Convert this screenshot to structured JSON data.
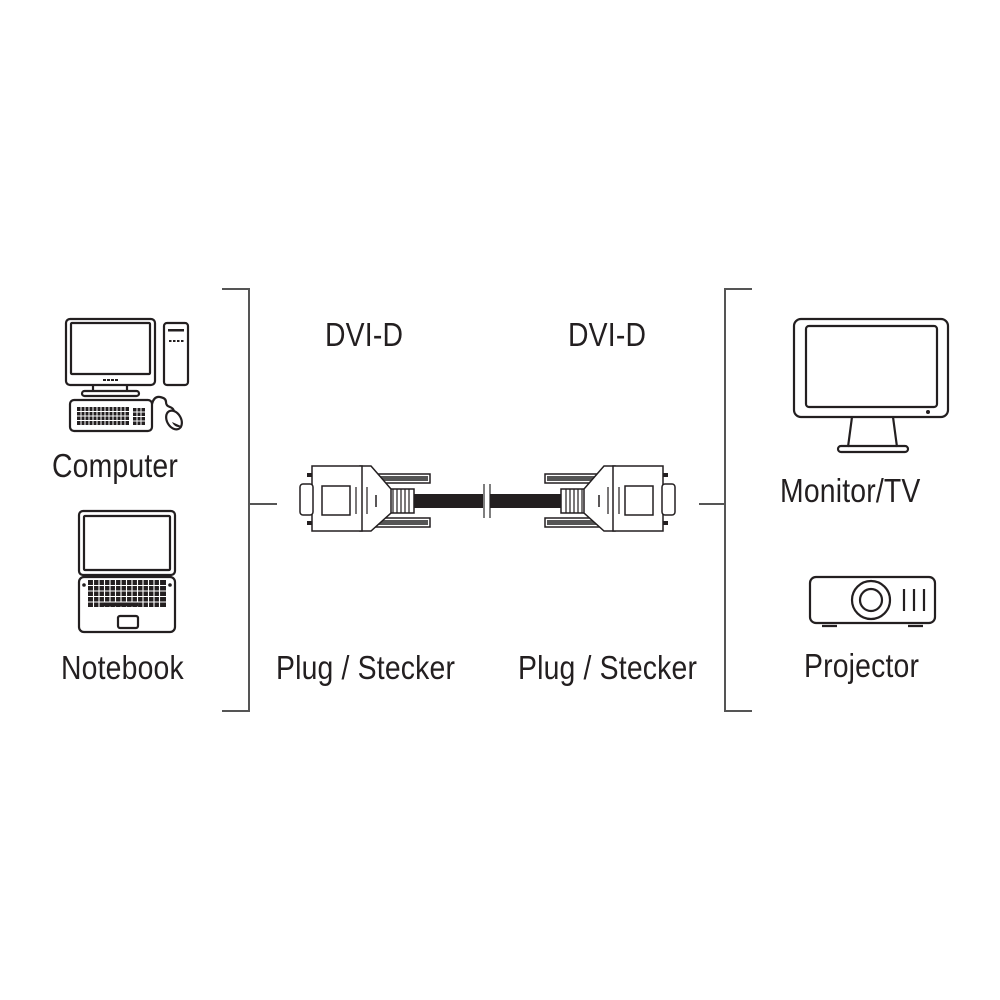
{
  "sources": {
    "items": [
      {
        "label": "Computer",
        "icon": "desktop-computer-icon"
      },
      {
        "label": "Notebook",
        "icon": "laptop-icon"
      }
    ]
  },
  "cable": {
    "left_end": {
      "type": "DVI-D",
      "gender": "Plug / Stecker"
    },
    "right_end": {
      "type": "DVI-D",
      "gender": "Plug / Stecker"
    }
  },
  "targets": {
    "items": [
      {
        "label": "Monitor/TV",
        "icon": "monitor-icon"
      },
      {
        "label": "Projector",
        "icon": "projector-icon"
      }
    ]
  },
  "colors": {
    "ink": "#231f20",
    "bracket": "#555555",
    "background": "#ffffff"
  }
}
